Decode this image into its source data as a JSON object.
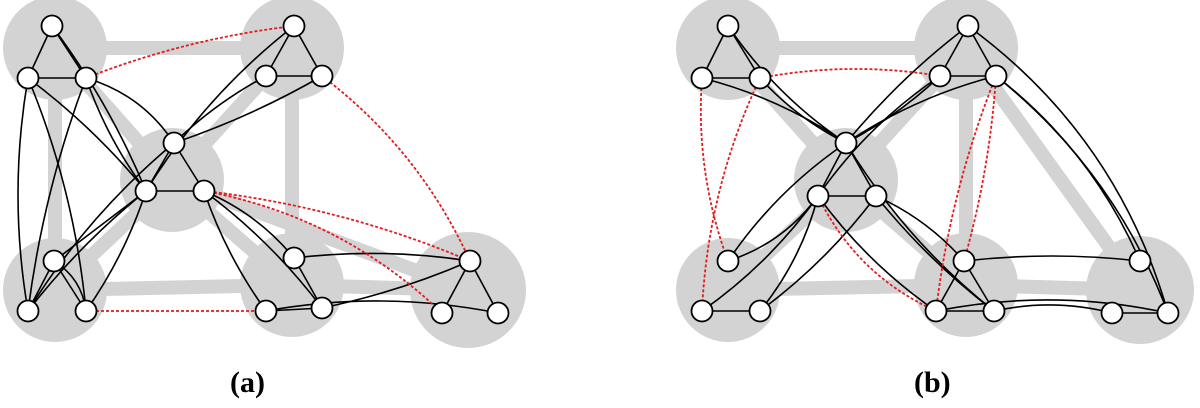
{
  "captions": {
    "a": "(a)",
    "b": "(b)"
  },
  "colors": {
    "cluster": "#d3d3d3",
    "node_fill": "#ffffff",
    "node_stroke": "#000000",
    "edge": "#000000",
    "highlight_edge": "#e41a1c"
  },
  "diagrams": [
    {
      "id": "a",
      "cluster_count": 6,
      "node_count": 18,
      "black_edge_count": 36,
      "red_dotted_edge_count": 5
    },
    {
      "id": "b",
      "cluster_count": 6,
      "node_count": 18,
      "black_edge_count": 36,
      "red_dotted_edge_count": 6
    }
  ]
}
